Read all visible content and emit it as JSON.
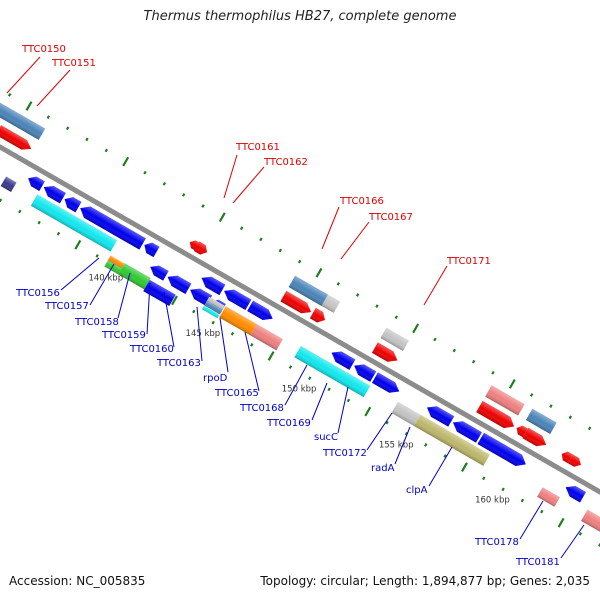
{
  "title": "Thermus thermophilus HB27, complete genome",
  "footer": {
    "accession": "Accession: NC_005835",
    "summary": "Topology: circular; Length: 1,894,877 bp; Genes: 2,035"
  },
  "colors": {
    "backbone": "#8c8c8c",
    "tick": "#1e7d1e",
    "forward_label": "#e00000",
    "reverse_label": "#0000cc",
    "blue": "#0000ee",
    "red": "#ee0000",
    "steelblue": "#4a84b8",
    "gray": "#c4c4c4",
    "cyan": "#10e8ee",
    "orange": "#ff8c00",
    "green": "#32c832",
    "salmon": "#ee8080",
    "khaki": "#bdb76b",
    "slate": "#3a3a8a"
  },
  "scale_labels": [
    {
      "text": "140 kbp",
      "s": 155
    },
    {
      "text": "145 kbp",
      "s": 267
    },
    {
      "text": "150 kbp",
      "s": 378
    },
    {
      "text": "155 kbp",
      "s": 490
    },
    {
      "text": "160 kbp",
      "s": 601
    }
  ],
  "forward_labels": [
    {
      "text": "TTC0150"
    },
    {
      "text": "TTC0151"
    },
    {
      "text": "TTC0161"
    },
    {
      "text": "TTC0162"
    },
    {
      "text": "TTC0166"
    },
    {
      "text": "TTC0167"
    },
    {
      "text": "TTC0171"
    }
  ],
  "reverse_labels": [
    {
      "text": "TTC0156"
    },
    {
      "text": "TTC0157"
    },
    {
      "text": "TTC0158"
    },
    {
      "text": "TTC0159"
    },
    {
      "text": "TTC0160"
    },
    {
      "text": "TTC0163"
    },
    {
      "text": "rpoD"
    },
    {
      "text": "TTC0165"
    },
    {
      "text": "TTC0168"
    },
    {
      "text": "TTC0169"
    },
    {
      "text": "sucC"
    },
    {
      "text": "TTC0172"
    },
    {
      "text": "radA"
    },
    {
      "text": "clpA"
    },
    {
      "text": "TTC0178"
    },
    {
      "text": "TTC0181"
    }
  ]
}
